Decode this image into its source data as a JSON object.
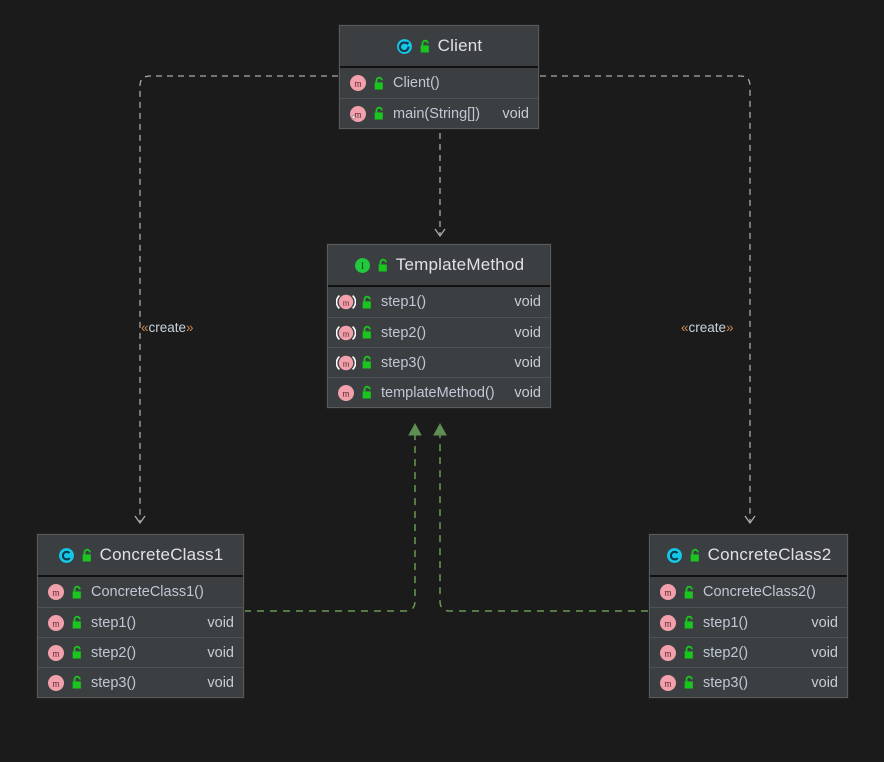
{
  "diagram": {
    "type": "uml-class-diagram",
    "pattern": "Template Method",
    "background_color": "#1b1b1b",
    "box_fill": "#3c3f41",
    "dependency_line_color": "#a9a9a9",
    "realization_line_color": "#6a9955",
    "class_icon_color": "#12c9e8",
    "interface_icon_color": "#22c93e",
    "method_icon_color": "#f2a0ab",
    "lock_icon_color": "#19c61e"
  },
  "classes": {
    "client": {
      "name": "Client",
      "icon": "class-icon",
      "visibility_icon": "unlock-icon",
      "members": [
        {
          "name": "Client()",
          "type": "",
          "icon": "method-icon",
          "visibility_icon": "unlock-icon",
          "abstract": false,
          "static": false
        },
        {
          "name": "main(String[])",
          "type": "void",
          "icon": "method-icon",
          "visibility_icon": "unlock-icon",
          "abstract": false,
          "static": true
        }
      ]
    },
    "template_method": {
      "name": "TemplateMethod",
      "icon": "interface-icon",
      "visibility_icon": "unlock-icon",
      "members": [
        {
          "name": "step1()",
          "type": "void",
          "icon": "method-icon",
          "visibility_icon": "unlock-icon",
          "abstract": true,
          "static": false
        },
        {
          "name": "step2()",
          "type": "void",
          "icon": "method-icon",
          "visibility_icon": "unlock-icon",
          "abstract": true,
          "static": false
        },
        {
          "name": "step3()",
          "type": "void",
          "icon": "method-icon",
          "visibility_icon": "unlock-icon",
          "abstract": true,
          "static": false
        },
        {
          "name": "templateMethod()",
          "type": "void",
          "icon": "method-icon",
          "visibility_icon": "unlock-icon",
          "abstract": false,
          "static": false
        }
      ]
    },
    "concrete_class_1": {
      "name": "ConcreteClass1",
      "icon": "class-icon",
      "visibility_icon": "unlock-icon",
      "members": [
        {
          "name": "ConcreteClass1()",
          "type": "",
          "icon": "method-icon",
          "visibility_icon": "unlock-icon",
          "abstract": false,
          "static": false
        },
        {
          "name": "step1()",
          "type": "void",
          "icon": "method-icon",
          "visibility_icon": "unlock-icon",
          "abstract": false,
          "static": false
        },
        {
          "name": "step2()",
          "type": "void",
          "icon": "method-icon",
          "visibility_icon": "unlock-icon",
          "abstract": false,
          "static": false
        },
        {
          "name": "step3()",
          "type": "void",
          "icon": "method-icon",
          "visibility_icon": "unlock-icon",
          "abstract": false,
          "static": false
        }
      ]
    },
    "concrete_class_2": {
      "name": "ConcreteClass2",
      "icon": "class-icon",
      "visibility_icon": "unlock-icon",
      "members": [
        {
          "name": "ConcreteClass2()",
          "type": "",
          "icon": "method-icon",
          "visibility_icon": "unlock-icon",
          "abstract": false,
          "static": false
        },
        {
          "name": "step1()",
          "type": "void",
          "icon": "method-icon",
          "visibility_icon": "unlock-icon",
          "abstract": false,
          "static": false
        },
        {
          "name": "step2()",
          "type": "void",
          "icon": "method-icon",
          "visibility_icon": "unlock-icon",
          "abstract": false,
          "static": false
        },
        {
          "name": "step3()",
          "type": "void",
          "icon": "method-icon",
          "visibility_icon": "unlock-icon",
          "abstract": false,
          "static": false
        }
      ]
    }
  },
  "edges": {
    "client_to_template": {
      "kind": "dependency",
      "label": "",
      "from": "Client",
      "to": "TemplateMethod"
    },
    "client_to_concrete1": {
      "kind": "dependency",
      "label": "«create»",
      "from": "Client",
      "to": "ConcreteClass1"
    },
    "client_to_concrete2": {
      "kind": "dependency",
      "label": "«create»",
      "from": "Client",
      "to": "ConcreteClass2"
    },
    "concrete1_to_template": {
      "kind": "realization",
      "label": "",
      "from": "ConcreteClass1",
      "to": "TemplateMethod"
    },
    "concrete2_to_template": {
      "kind": "realization",
      "label": "",
      "from": "ConcreteClass2",
      "to": "TemplateMethod"
    }
  },
  "labels": {
    "create_left": "«create»",
    "create_right": "«create»"
  }
}
